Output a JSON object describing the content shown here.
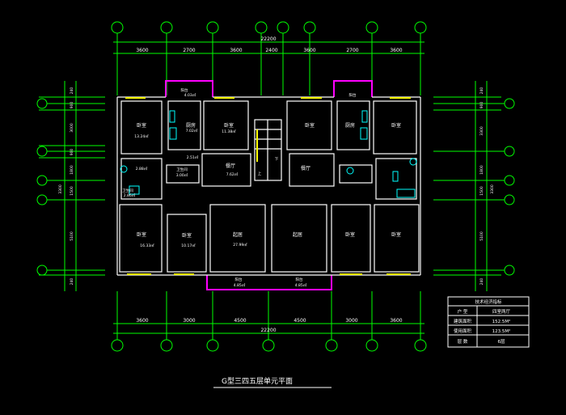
{
  "drawing": {
    "title": "G型三四五层单元平面",
    "colors": {
      "background": "#000000",
      "walls": "#ffffff",
      "dimension_lines": "#00ff00",
      "balconies": "#ff00ff",
      "windows": "#ffff00",
      "fixtures": "#00ffff"
    },
    "top_total": "22200",
    "top_segments": [
      "3600",
      "2700",
      "3600",
      "2400",
      "3600",
      "2700",
      "3600"
    ],
    "bottom_total": "22200",
    "bottom_segments": [
      "3600",
      "3000",
      "4500",
      "4500",
      "3000",
      "3600"
    ],
    "left_segments": [
      "240",
      "900",
      "3000",
      "900",
      "1800",
      "1500",
      "5100",
      "240"
    ],
    "left_sub": "3300",
    "left_sub2": "3300",
    "right_segments": [
      "240",
      "900",
      "3300",
      "1800",
      "1500",
      "5100",
      "240"
    ],
    "right_sub": "3300",
    "rooms": {
      "bedroom_top_left": "卧室",
      "bedroom_top_left_area": "13.24㎡",
      "kitchen_left": "厨房",
      "kitchen_left_area": "7.02㎡",
      "bedroom_mid_left": "卧室",
      "bedroom_mid_left_area": "11.38㎡",
      "balcony_top_left": "阳台",
      "balcony_top_left_area": "4.03㎡",
      "bath_left_area": "2.88㎡",
      "wc_left": "卫生间",
      "wc_left_area": "3.00㎡",
      "wc_left2": "卫生间",
      "wc_left2_area": "2.86㎡",
      "dining_left_area": "2.51㎡",
      "dining_left": "餐厅",
      "dining_left_area2": "7.62㎡",
      "master_left": "卧室",
      "master_left_area": "16.33㎡",
      "bedroom_bottom_left": "卧室",
      "bedroom_bottom_left_area": "10.17㎡",
      "living_left": "起居",
      "living_left_area": "27.99㎡",
      "balcony_bottom_left": "阳台",
      "balcony_bottom_left_area": "4.85㎡",
      "bedroom_top_right": "卧室",
      "kitchen_right": "厨房",
      "bedroom_top_right2": "卧室",
      "balcony_top_right": "阳台",
      "dining_right": "餐厅",
      "living_right": "起居",
      "master_right": "卧室",
      "bedroom_bottom_right": "卧室",
      "balcony_bottom_right": "阳台",
      "balcony_bottom_right_area": "4.85㎡",
      "stair_up": "上",
      "stair_down": "下"
    },
    "indicator_table": {
      "heading": "技术经济指标",
      "rows": [
        {
          "label": "户  型",
          "value": "四室两厅"
        },
        {
          "label": "建筑面积",
          "value": "152.5M²"
        },
        {
          "label": "使用面积",
          "value": "123.5M²"
        },
        {
          "label": "层  数",
          "value": "6层"
        }
      ]
    }
  }
}
